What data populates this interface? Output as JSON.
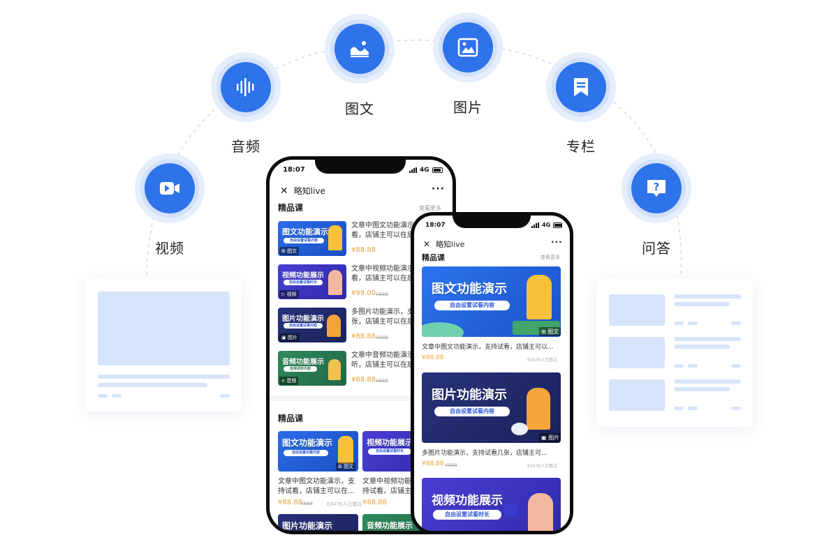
{
  "categories": [
    {
      "label": "视频",
      "icon": "video-camera-icon"
    },
    {
      "label": "音频",
      "icon": "audio-wave-icon"
    },
    {
      "label": "图文",
      "icon": "image-text-icon"
    },
    {
      "label": "图片",
      "icon": "picture-icon"
    },
    {
      "label": "专栏",
      "icon": "bookmark-icon"
    },
    {
      "label": "问答",
      "icon": "question-icon"
    }
  ],
  "colors": {
    "accent": "#2f73ea",
    "placeholder": "#d6e4fb",
    "price": "#e8a23c"
  },
  "phone_back": {
    "time": "18:07",
    "network": "4G",
    "app_title": "略知live",
    "section1": {
      "title": "精品课",
      "more": "查看更多"
    },
    "list": [
      {
        "thumb_title": "图文功能演示",
        "thumb_pill": "自由设置试看内容",
        "tag": "图文",
        "title": "文章中图文功能演示，支持试看，店铺主可以在后",
        "price": "¥88.88",
        "old_price": ""
      },
      {
        "thumb_title": "视频功能展示",
        "thumb_pill": "自由设置试看时长",
        "tag": "视频",
        "title": "文章中视频功能演示，支持试看，店铺主可以在后",
        "price": "¥99.00",
        "old_price": "¥888"
      },
      {
        "thumb_title": "图片功能演示",
        "thumb_pill": "自由设置试看内容",
        "tag": "图片",
        "title": "多图片功能演示，支持试看几张，店铺主可以在后",
        "price": "¥88.88",
        "old_price": "¥888"
      },
      {
        "thumb_title": "音频功能展示",
        "thumb_pill": "支持试听内容",
        "tag": "音频",
        "title": "文章中音频功能演示，支持试听，店铺主可以在后",
        "price": "¥88.88",
        "old_price": "¥888"
      }
    ],
    "section2": {
      "title": "精品课"
    },
    "grid": [
      {
        "thumb_title": "图文功能演示",
        "thumb_pill": "自由设置试看内容",
        "tag": "图文",
        "title": "文章中图文功能演示，支持试看，店铺主可以在...",
        "price": "¥88.88",
        "old_price": "¥888",
        "views": "63476人已看过"
      },
      {
        "thumb_title": "视频功能展示",
        "thumb_pill": "自由设置试看时长",
        "tag": "",
        "title": "文章中视频功能演示，支持试看，店铺主可以在...",
        "price": "¥88.88",
        "old_price": "",
        "views": ""
      },
      {
        "thumb_title": "图片功能演示",
        "thumb_pill": "",
        "tag": "",
        "title": "",
        "price": "",
        "old_price": "",
        "views": ""
      },
      {
        "thumb_title": "音频功能展示",
        "thumb_pill": "",
        "tag": "",
        "title": "",
        "price": "",
        "old_price": "",
        "views": ""
      }
    ]
  },
  "phone_front": {
    "time": "18:07",
    "network": "4G",
    "app_title": "略知live",
    "section1": {
      "title": "精品课",
      "more": "查看更多"
    },
    "cards": [
      {
        "thumb_title": "图文功能演示",
        "thumb_pill": "自由设置试看内容",
        "tag": "图文",
        "title": "文章中图文功能演示，支持试看，店铺主可以...",
        "price": "¥88.88",
        "old_price": "",
        "views": "63476人已看过"
      },
      {
        "thumb_title": "图片功能演示",
        "thumb_pill": "自由设置试看内容",
        "tag": "图片",
        "title": "多图片功能演示，支持试看几张，店铺主可...",
        "price": "¥88.88",
        "old_price": "¥888",
        "views": "63476人已看过"
      },
      {
        "thumb_title": "视频功能展示",
        "thumb_pill": "自由设置试看时长",
        "tag": "",
        "title": "",
        "price": "",
        "old_price": "",
        "views": ""
      }
    ]
  }
}
